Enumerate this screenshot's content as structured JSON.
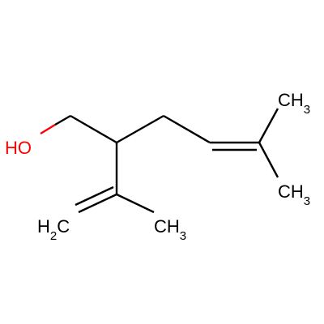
{
  "molecule": {
    "labels": {
      "hydroxyl": "HO",
      "ch3_top_right": "CH3",
      "ch3_bottom_right": "CH3",
      "ch3_isopropenyl": "CH3",
      "ch2_terminal": "H2C"
    },
    "colors": {
      "bond": "#000000",
      "oxygen": "#ff0000",
      "carbon_label": "#000000"
    }
  }
}
